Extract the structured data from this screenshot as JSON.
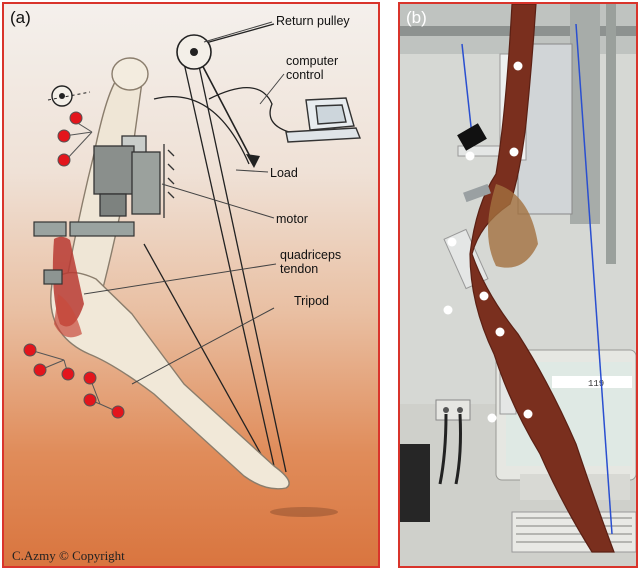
{
  "panel_a": {
    "label": "(a)",
    "annotations": {
      "return_pulley": "Return pulley",
      "computer_control_line1": "computer",
      "computer_control_line2": "control",
      "load": "Load",
      "motor": "motor",
      "quadriceps_line1": "quadriceps",
      "quadriceps_line2": "tendon",
      "tripod": "Tripod"
    },
    "credit": "C.Azmy © Copyright"
  },
  "panel_b": {
    "label": "(b)",
    "monitor_readout": "119"
  },
  "colors": {
    "frame": "#d9342b",
    "marker": "#e3151c",
    "bone": "#efe6d6",
    "tendon": "#b83a32",
    "motor": "#8a8f8c",
    "specimen": "#7a2f1e"
  }
}
